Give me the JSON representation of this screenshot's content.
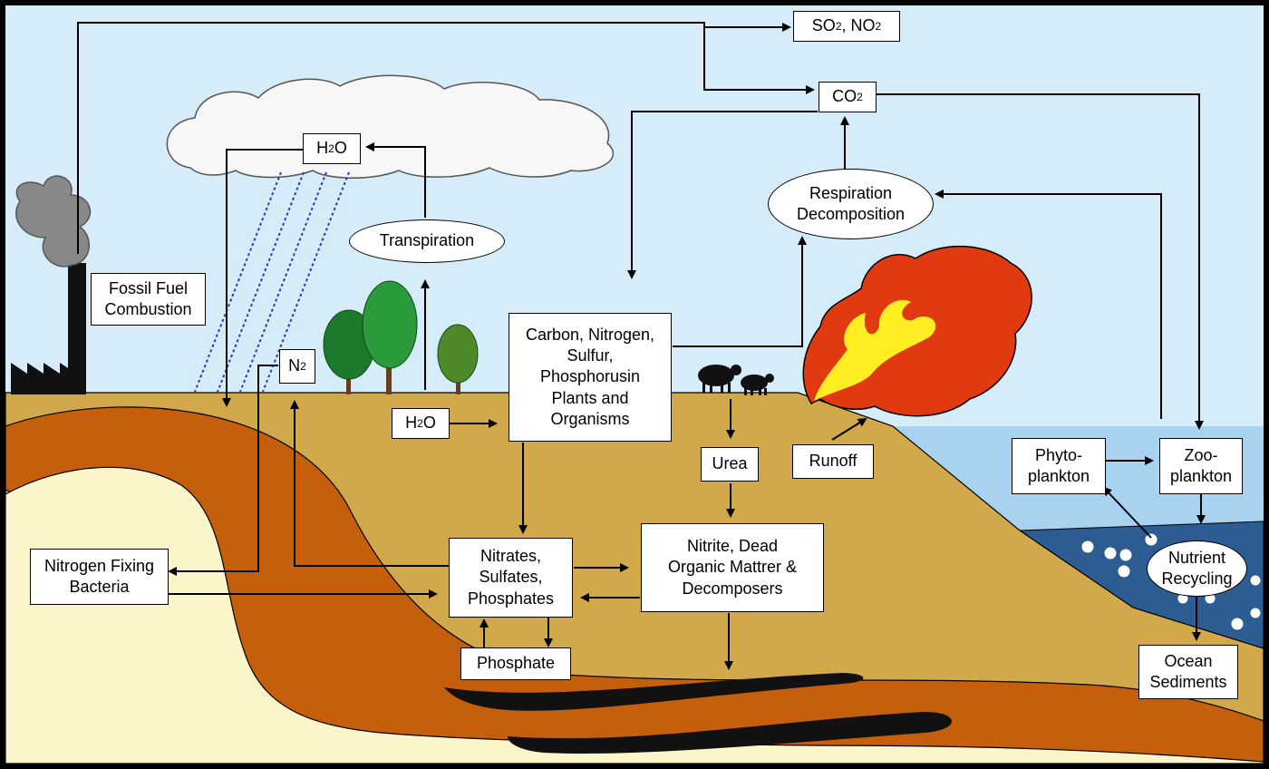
{
  "colors": {
    "sky": "#d6ecf8",
    "soil": "#d2a94a",
    "rock_layer": "#c55f0c",
    "sand_layer": "#fcf5c9",
    "ocean_surface": "#a8d2f0",
    "deep_ocean": "#2d5c92",
    "fire_outer": "#e23a10",
    "fire_inner": "#ffee22",
    "tree_green": "#2a9a3a",
    "smoke": "#888888",
    "rain": "#2438c8"
  },
  "icons": [
    "factory-icon",
    "smoke-icon",
    "cloud-icon",
    "tree-icon",
    "sheep-icon",
    "fire-icon",
    "nutrient-bubble-icon"
  ],
  "labels": {
    "so2_no2": {
      "p1": "SO",
      "s1": "2",
      "p2": ", NO",
      "s2": "2"
    },
    "co2": {
      "p1": "CO",
      "s1": "2"
    },
    "h2o_cloud": {
      "p1": "H",
      "s1": "2",
      "p2": "O"
    },
    "h2o_ground": {
      "p1": "H",
      "s1": "2",
      "p2": "O"
    },
    "n2": {
      "p1": "N",
      "s1": "2"
    },
    "fossil_fuel": "Fossil Fuel\nCombustion",
    "transpiration": "Transpiration",
    "respiration": "Respiration\nDecomposition",
    "carbon_nitrogen": "Carbon, Nitrogen,\nSulfur,\nPhosphorusin\nPlants and\nOrganisms",
    "urea": "Urea",
    "runoff": "Runoff",
    "phytoplankton": "Phyto-\nplankton",
    "zooplankton": "Zoo-\nplankton",
    "nitrogen_fixing": "Nitrogen Fixing\nBacteria",
    "nitrates": "Nitrates,\nSulfates,\nPhosphates",
    "nitrite": "Nitrite, Dead\nOrganic Mattrer &\nDecomposers",
    "phosphate": "Phosphate",
    "nutrient_recycling": "Nutrient\nRecycling",
    "ocean_sediments": "Ocean\nSediments"
  }
}
